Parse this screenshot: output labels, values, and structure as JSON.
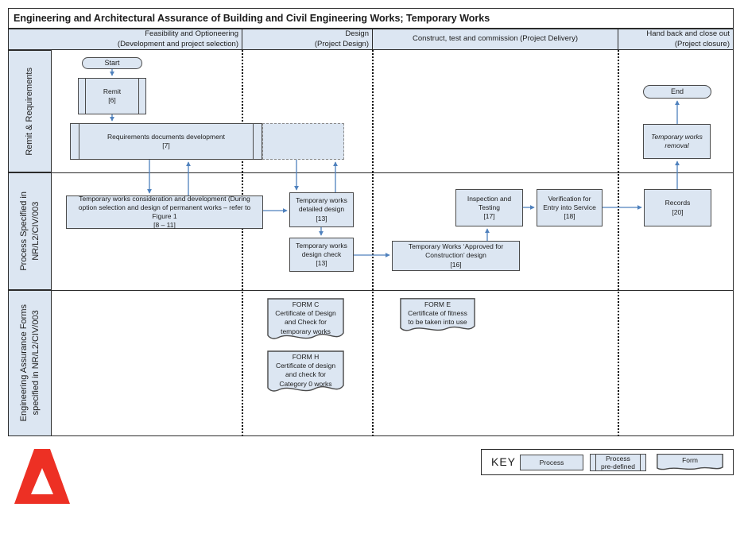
{
  "title": "Engineering and Architectural Assurance of Building and Civil Engineering Works; Temporary Works",
  "columns": [
    {
      "label": "Feasibility and Optioneering\n(Development and project selection)"
    },
    {
      "label": "Design\n(Project Design)"
    },
    {
      "label": "Construct, test and commission (Project Delivery)"
    },
    {
      "label": "Hand back and close out\n(Project closure)"
    }
  ],
  "lanes": [
    {
      "label": "Remit & Requirements"
    },
    {
      "label": "Process Specified in\nNR/L2/CIV/003"
    },
    {
      "label": "Engineering Assurance Forms\nspecified in NR/L2/CIV/003"
    }
  ],
  "nodes": {
    "start": "Start",
    "remit": "Remit\n[6]",
    "requirements": "Requirements documents development\n[7]",
    "consideration": "Temporary works consideration and development (During\noption selection and design of permanent works – refer to\nFigure 1\n[8 – 11]",
    "detailed_design": "Temporary works\ndetailed design\n[13]",
    "design_check": "Temporary works\ndesign check\n[13]",
    "approved": "Temporary Works ‘Approved for\nConstruction’ design\n[16]",
    "inspection": "Inspection and\nTesting\n[17]",
    "verification": "Verification for\nEntry into Service\n[18]",
    "records": "Records\n[20]",
    "removal": "Temporary works\nremoval",
    "end": "End",
    "form_c": "FORM C\nCertificate of Design\nand Check for\ntemporary works",
    "form_h": "FORM H\nCertificate of design\nand check for\nCategory 0 works",
    "form_e": "FORM E\nCertificate of fitness\nto be taken into use"
  },
  "key": {
    "label": "KEY",
    "process": "Process",
    "predefined": "Process\npre-defined",
    "form": "Form"
  },
  "colors": {
    "box_fill": "#dce6f2",
    "box_border": "#4a4a4a",
    "arrow_blue": "#4f81bd",
    "logo_red": "#ed3024"
  }
}
